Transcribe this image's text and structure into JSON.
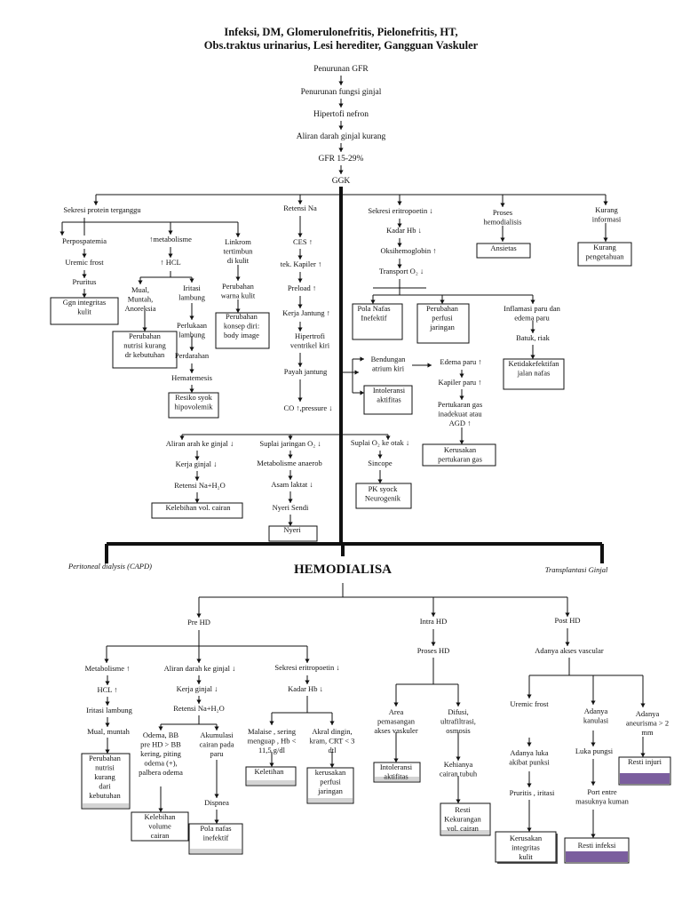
{
  "colors": {
    "line": "#111111",
    "accent_purple": "#7b5e9e",
    "shade_gray": "#d4d4d4"
  },
  "title": {
    "line1": "Infeksi, DM, Glomerulonefritis, Pielonefritis, HT,",
    "line2": "Obs.traktus urinarius, Lesi herediter, Gangguan Vaskuler"
  },
  "nodes": {
    "n1": [
      "Penurunan GFR"
    ],
    "n2": [
      "Penurunan fungsi ginjal"
    ],
    "n3": [
      "Hipertofi nefron"
    ],
    "n4": [
      "Aliran darah ginjal kurang"
    ],
    "n5": [
      "GFR 15-29%"
    ],
    "ggk": [
      "GGK"
    ],
    "sp": [
      "Sekresi protein terganggu"
    ],
    "per": [
      "Perpospatemia"
    ],
    "ure": [
      "Uremic frost"
    ],
    "pru": [
      "Pruritus"
    ],
    "ggn": [
      "Ggn integritas",
      "kulit"
    ],
    "meta": [
      "↑metabolisme"
    ],
    "hcl": [
      "↑ HCL"
    ],
    "mual": [
      "Mual,",
      "Muntah,",
      "Anoreksia"
    ],
    "iri": [
      "Iritasi",
      "lambung"
    ],
    "pnut": [
      "Perubahan",
      "nutrisi kurang",
      "dr kebutuhan"
    ],
    "perl": [
      "Perlukaan",
      "lambung"
    ],
    "perd": [
      "Perdarahan"
    ],
    "hem": [
      "Hematemesis"
    ],
    "resy": [
      "Resiko syok",
      "hipovolemik"
    ],
    "lin": [
      "Linkrom",
      "tertimbun",
      "di kulit"
    ],
    "pwk": [
      "Perubahan",
      "warna kulit"
    ],
    "pkd": [
      "Perubahan",
      "konsep diri:",
      "body image"
    ],
    "ret": [
      "Retensi Na"
    ],
    "ces": [
      "CES ↑"
    ],
    "kap": [
      "tek. Kapiler ↑"
    ],
    "pre": [
      "Preload ↑"
    ],
    "kj": [
      "Kerja Jantung ↑"
    ],
    "hip": [
      "Hipertrofi",
      "ventrikel kiri"
    ],
    "pay": [
      "Payah jantung"
    ],
    "co": [
      "CO ↑,pressure ↓"
    ],
    "ben": [
      "Bendungan",
      "atrium kiri"
    ],
    "int": [
      "Intoleransi",
      "aktifitas"
    ],
    "ede": [
      "Edema paru ↑"
    ],
    "kpp": [
      "Kapiler paru ↑"
    ],
    "pgas": [
      "Pertukaran gas",
      "inadekuat atau",
      "AGD ↑"
    ],
    "kpg": [
      "Kerusakan",
      "pertukaran gas"
    ],
    "seri": [
      "Sekresi eritropoetin ↓"
    ],
    "hb": [
      "Kadar Hb ↓"
    ],
    "oks": [
      "Oksihemoglobin ↑"
    ],
    "tro": [
      "Transport O₂ ↓"
    ],
    "pnaf": [
      "Pola Nafas",
      "Inefektif"
    ],
    "pper": [
      "Perubahan",
      "perfusi",
      "jaringan"
    ],
    "inf": [
      "Inflamasi paru dan",
      "edema paru"
    ],
    "bat": [
      "Batuk, riak"
    ],
    "kjn": [
      "Ketidakefektifan",
      "jalan nafas"
    ],
    "phd": [
      "Proses",
      "hemodialisis"
    ],
    "ans": [
      "Ansietas"
    ],
    "kinf": [
      "Kurang",
      "informasi"
    ],
    "kpeng": [
      "Kurang",
      "pengetahuan"
    ],
    "ala": [
      "Aliran arah ke ginjal ↓"
    ],
    "kg": [
      "Kerja ginjal ↓"
    ],
    "rna": [
      "Retensi Na+H₂O"
    ],
    "kvc": [
      "Kelebihan vol. cairan"
    ],
    "sjo": [
      "Suplai jaringan O₂ ↓"
    ],
    "man": [
      "Metabolisme anaerob"
    ],
    "asl": [
      "Asam laktat ↓"
    ],
    "nsd": [
      "Nyeri Sendi"
    ],
    "ny": [
      "Nyeri"
    ],
    "sok": [
      "Suplai O₂ ke otak ↓"
    ],
    "sin": [
      "Sincope"
    ],
    "pks": [
      "PK syock",
      "Neurogenik"
    ],
    "hemo": [
      "HEMODIALISA"
    ],
    "capd": [
      "Peritoneal dialysis (CAPD)"
    ],
    "trans": [
      "Transplantasi Ginjal"
    ],
    "prehd": [
      "Pre HD"
    ],
    "inthd": [
      "Intra HD"
    ],
    "posthd": [
      "Post HD"
    ],
    "m2": [
      "Metabolisme ↑"
    ],
    "hcl2": [
      "HCL ↑"
    ],
    "iri2": [
      "Iritasi lambung"
    ],
    "mm2": [
      "Mual, muntah"
    ],
    "pn2": [
      "Perubahan",
      "nutrisi",
      "kurang",
      "dari",
      "kebutuhan"
    ],
    "ad2": [
      "Aliran darah ke ginjal ↓"
    ],
    "kg2": [
      "Kerja ginjal ↓"
    ],
    "rn2": [
      "Retensi Na+H₂O"
    ],
    "ode": [
      "Odema, BB",
      "pre HD > BB",
      "kering, piting",
      "odema (+),",
      "palbera odema"
    ],
    "kvc2": [
      "Kelebihan",
      "volume",
      "cairan"
    ],
    "aku": [
      "Akumulasi",
      "cairan pada",
      "paru"
    ],
    "disp": [
      "Dispnea"
    ],
    "pni2": [
      "Pola nafas",
      "inefektif"
    ],
    "se2": [
      "Sekresi eritropoetin ↓"
    ],
    "hb2": [
      "Kadar Hb ↓"
    ],
    "mal": [
      "Malaise , sering",
      "menguap , Hb <",
      "11,5 g/dl"
    ],
    "kel": [
      "Keletihan"
    ],
    "akr": [
      "Akral dingin,",
      "kram, CRT < 3",
      "dtl"
    ],
    "kpj": [
      "kerusakan",
      "perfusi",
      "jaringan"
    ],
    "proshd": [
      "Proses HD"
    ],
    "area": [
      "Area",
      "pemasangan",
      "akses vaskuler"
    ],
    "ia2": [
      "Intoleransi",
      "aktifitas"
    ],
    "dif": [
      "Difusi,",
      "ultrafiltrasi,",
      "osmosis"
    ],
    "keh": [
      "Kehianya",
      "cairan tubuh"
    ],
    "rkv": [
      "Resti",
      "Kekurangan",
      "vol. cairan"
    ],
    "aav": [
      "Adanya akses vascular"
    ],
    "uf2": [
      "Uremic frost"
    ],
    "ahp": [
      "Adanya luka",
      "akibat punksi"
    ],
    "prit": [
      "Pruritis , iritasi"
    ],
    "kik": [
      "Kerusakan",
      "integritas",
      "kulit"
    ],
    "akan": [
      "Adanya",
      "kanulasi"
    ],
    "lp": [
      "Luka pungsi"
    ],
    "pem": [
      "Port entre",
      "masuknya kuman"
    ],
    "rinf": [
      "Resti infeksi"
    ],
    "aneu": [
      "Adanya",
      "aneurisma > 2",
      "mm"
    ],
    "rinj": [
      "Resti injuri"
    ]
  }
}
